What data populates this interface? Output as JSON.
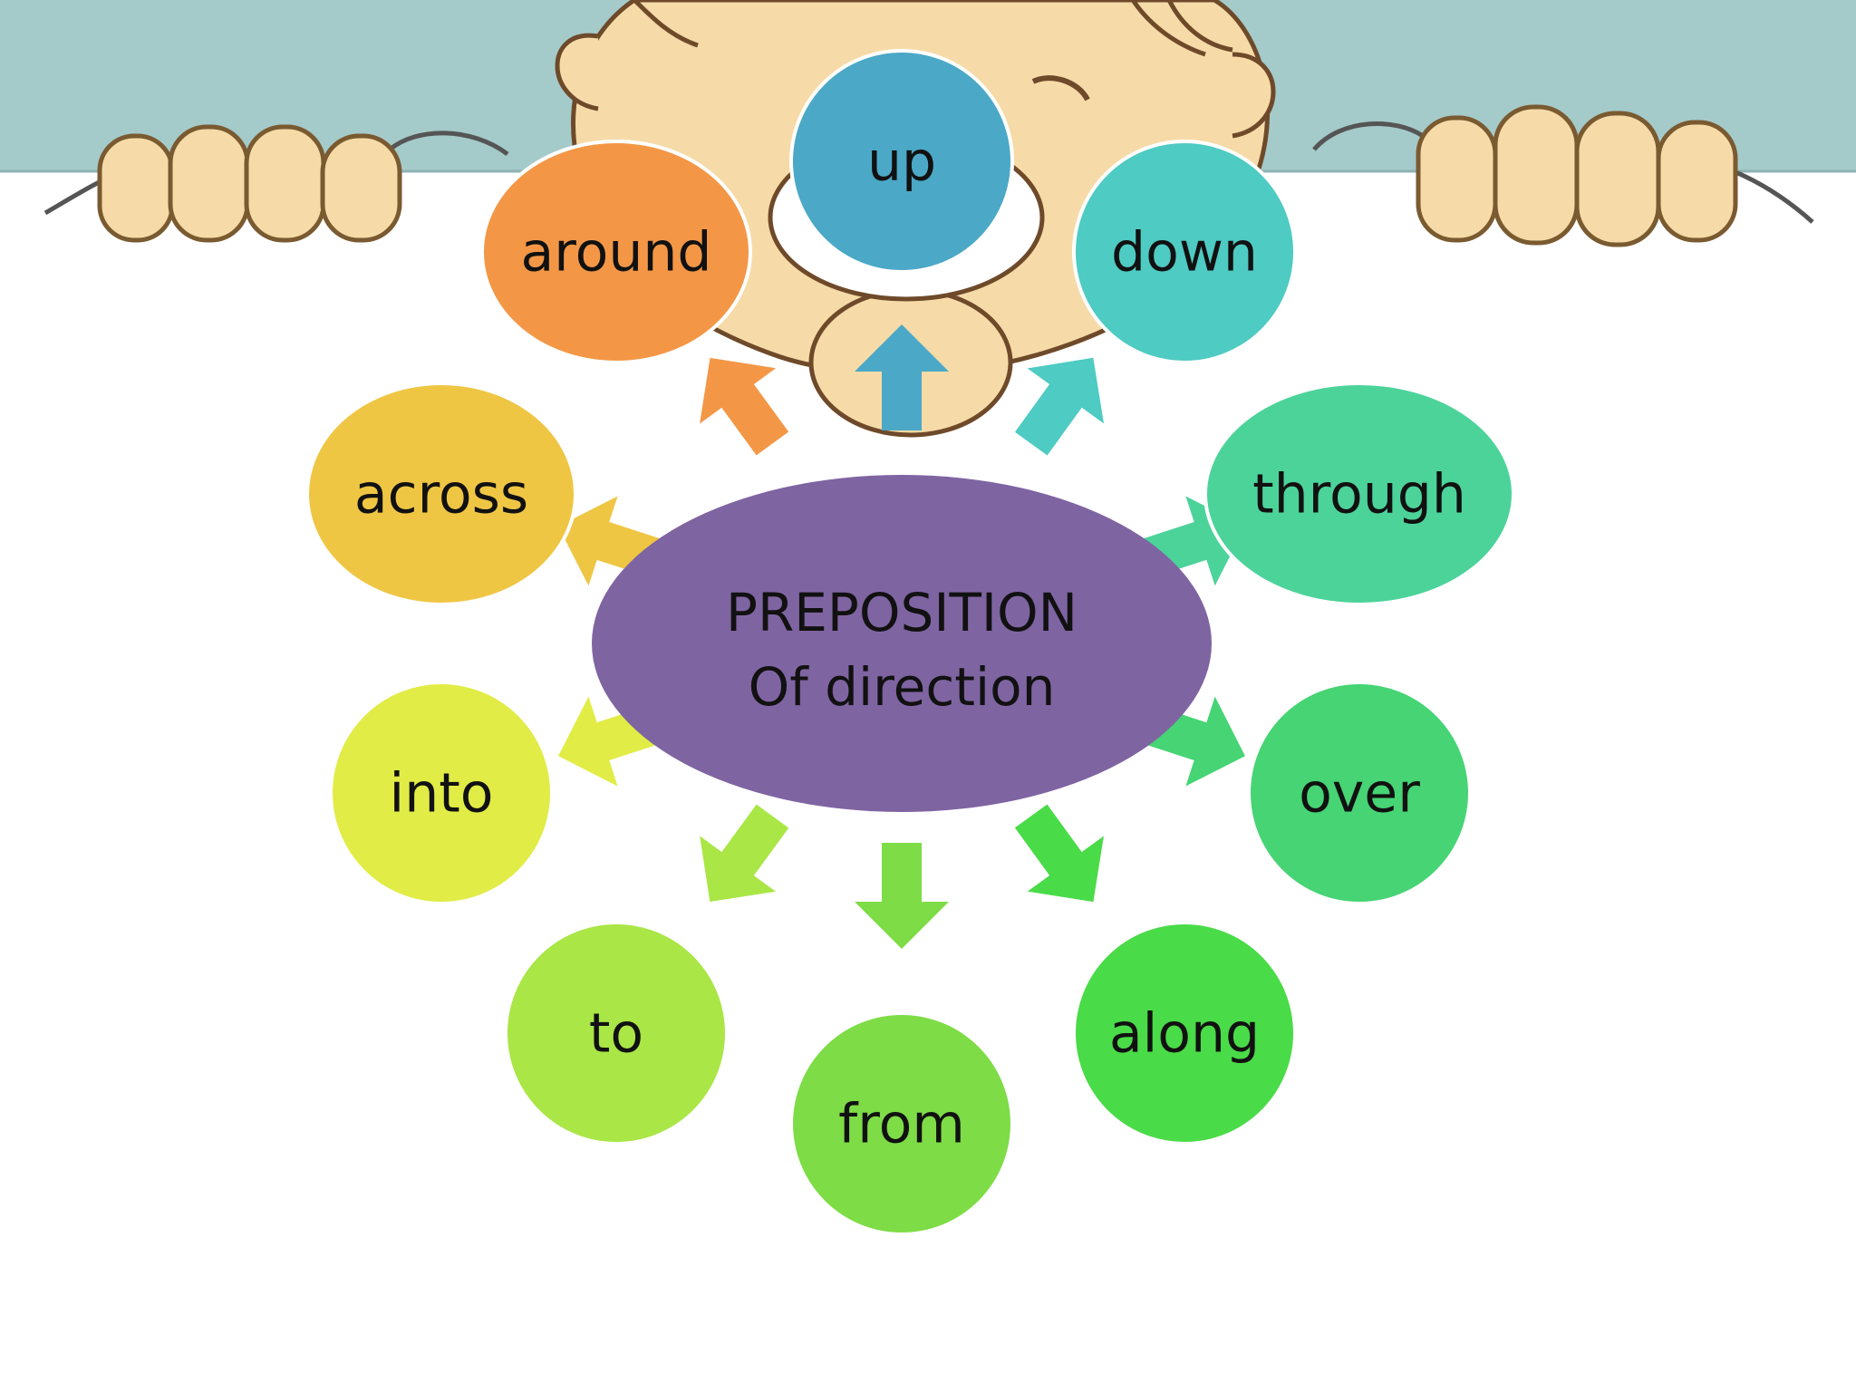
{
  "diagram": {
    "center": {
      "line1": "PREPOSITION",
      "line2": "Of  direction",
      "color": "#7F64A2"
    },
    "bubbles": [
      {
        "label": "up",
        "color": "#4BA8C7"
      },
      {
        "label": "down",
        "color": "#4ECBC2"
      },
      {
        "label": "through",
        "color": "#4CD39A"
      },
      {
        "label": "over",
        "color": "#46D474"
      },
      {
        "label": "along",
        "color": "#4ADB48"
      },
      {
        "label": "from",
        "color": "#7EDC46"
      },
      {
        "label": "to",
        "color": "#A9E646"
      },
      {
        "label": "into",
        "color": "#E1EC46"
      },
      {
        "label": "across",
        "color": "#EFC644"
      },
      {
        "label": "around",
        "color": "#F39746"
      }
    ]
  },
  "illustration": {
    "icon": "cartoon-peeking-face-icon",
    "wall_color": "#A5CACA",
    "skin_color": "#F6DBA8"
  }
}
